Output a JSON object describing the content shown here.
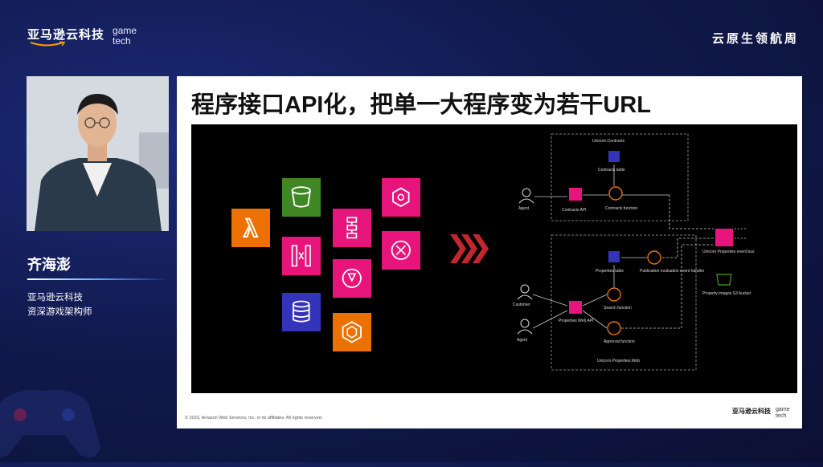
{
  "brand": {
    "name_cn": "亚马逊云科技",
    "game_line1": "game",
    "game_line2": "tech"
  },
  "event_title": "云原生领航周",
  "speaker": {
    "name": "齐海澎",
    "company": "亚马逊云科技",
    "role": "资深游戏架构师"
  },
  "slide": {
    "title": "程序接口API化，把单一大程序变为若干URL",
    "copyright": "© 2023, Amazon Web Services, Inc. or its affiliates. All rights reserved.",
    "logo_cn": "亚马逊云科技",
    "logo_game_line1": "game",
    "logo_game_line2": "tech"
  },
  "diagram": {
    "contracts_group": "Unicorn.Contracts",
    "contracts_table": "Contracts table",
    "contracts_api": "Contracts API",
    "contracts_function": "Contracts function",
    "agent1": "Agent",
    "properties_group": "Unicorn.Properties.Web",
    "properties_table": "Properties table",
    "properties_api": "Properties Web API",
    "search_function": "Search function",
    "approval_function": "Approval function",
    "publication_handler": "Publication evaluation event handler",
    "customer": "Customer",
    "agent2": "Agent",
    "event_bus": "Unicorn Properties event bus",
    "s3_bucket": "Property images S3 bucket"
  },
  "colors": {
    "lambda": "#ed7100",
    "s3": "#3f8624",
    "api_gateway": "#e7157b",
    "dynamodb": "#3334b9",
    "step_functions": "#e7157b",
    "ecs": "#ed7100",
    "arrows": "#c1272d"
  }
}
